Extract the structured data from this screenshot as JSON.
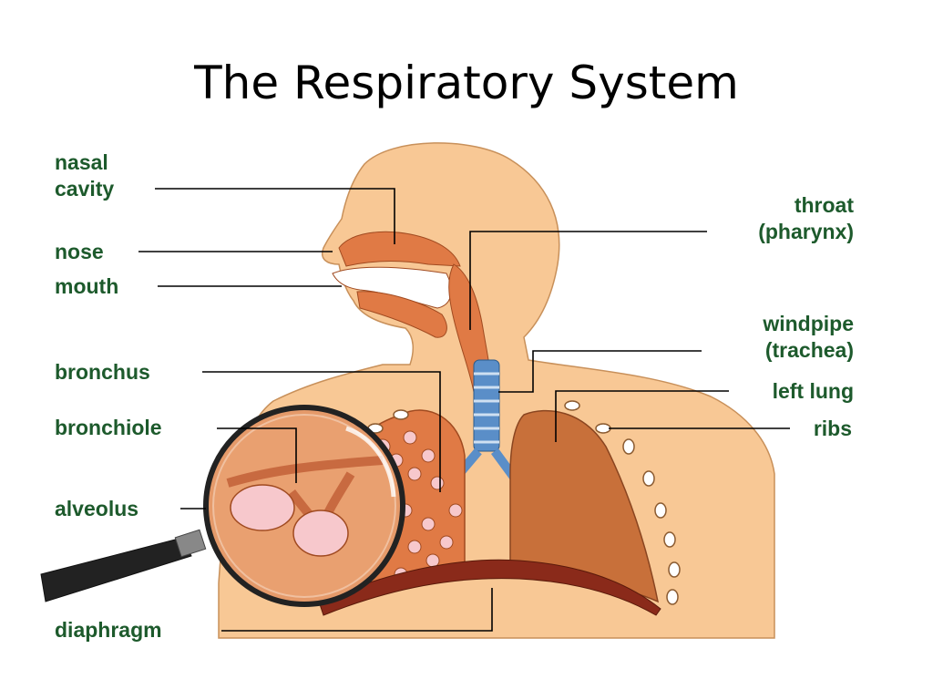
{
  "title": "The Respiratory System",
  "labels": {
    "nasal_cavity_1": "nasal",
    "nasal_cavity_2": "cavity",
    "nose": "nose",
    "mouth": "mouth",
    "bronchus": "bronchus",
    "bronchiole": "bronchiole",
    "alveolus": "alveolus",
    "diaphragm": "diaphragm",
    "throat_1": "throat",
    "throat_2": "(pharynx)",
    "windpipe_1": "windpipe",
    "windpipe_2": "(trachea)",
    "left_lung": "left lung",
    "ribs": "ribs"
  },
  "colors": {
    "skin": "#f8c895",
    "skin_outline": "#c8905a",
    "lung": "#c8703a",
    "lung_dark": "#8a4520",
    "cavity": "#e07a45",
    "trachea": "#5a8ec8",
    "alveoli": "#f7c8cc",
    "diaphragm": "#8a2a1a",
    "label_text": "#1d5a2c",
    "leader_line": "#000000"
  }
}
